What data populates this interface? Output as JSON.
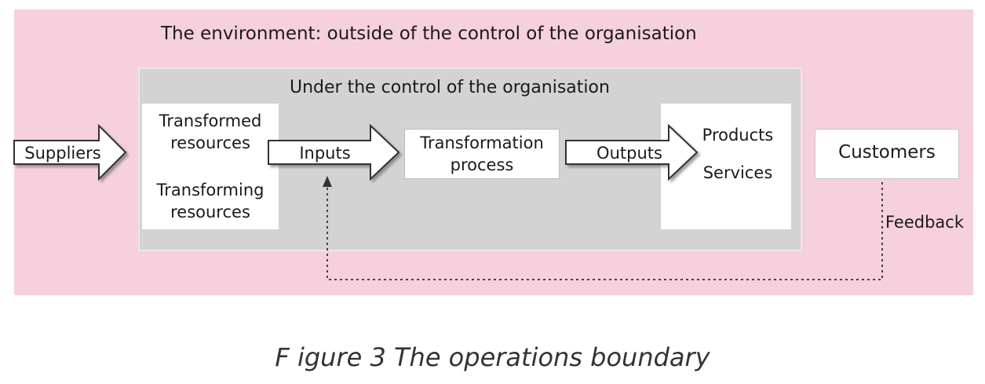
{
  "environment": {
    "title": "The environment: outside of the control of the organisation",
    "background": "#f7d0dd"
  },
  "organisation": {
    "title": "Under the control of the organisation",
    "background": "#d3d3d3"
  },
  "nodes": {
    "suppliers": "Suppliers",
    "transformed_resources": [
      "Transformed",
      "resources"
    ],
    "transforming_resources": [
      "Transforming",
      "resources"
    ],
    "inputs": "Inputs",
    "transformation_process": [
      "Transformation",
      "process"
    ],
    "outputs": "Outputs",
    "products": "Products",
    "services": "Services",
    "customers": "Customers",
    "feedback": "Feedback"
  },
  "caption": "F igure 3 The operations boundary"
}
